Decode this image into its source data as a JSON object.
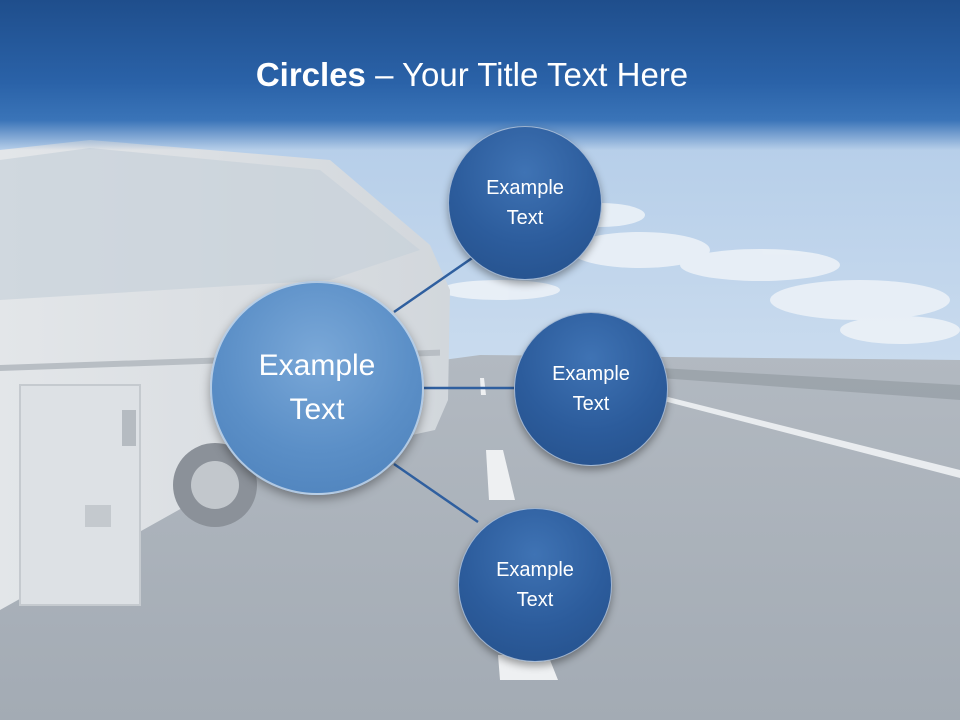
{
  "slide": {
    "title_bold": "Circles",
    "title_rest": " – Your Title Text Here"
  },
  "diagram": {
    "center": {
      "label": "Example\nText"
    },
    "satellites": [
      {
        "label": "Example\nText"
      },
      {
        "label": "Example\nText"
      },
      {
        "label": "Example\nText"
      }
    ]
  },
  "colors": {
    "title_bar": "#2a62a8",
    "center_circle": "#5b8fc7",
    "satellite_circle": "#2c5c9c",
    "connector": "#2f5f9f",
    "sky": "#c9dbee",
    "road": "#9aa3ad"
  }
}
